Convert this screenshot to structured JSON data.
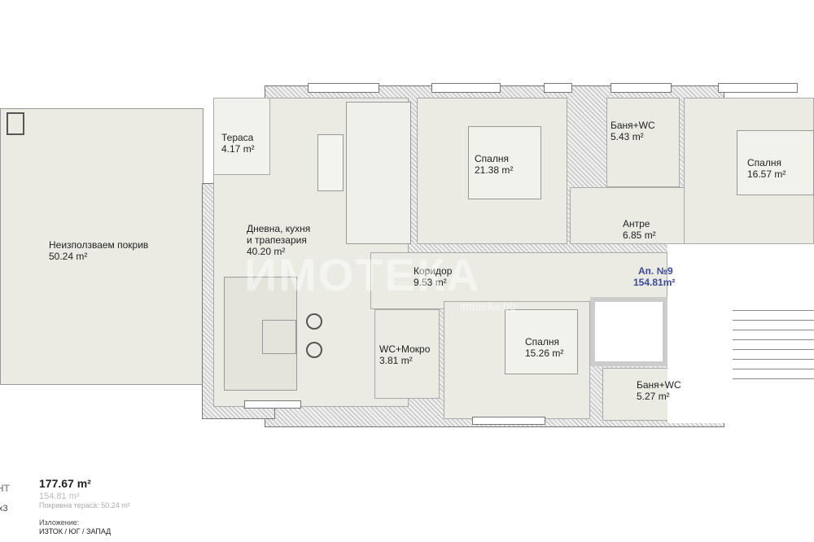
{
  "rooms": [
    {
      "name": "Неизползваем покрив",
      "area": "50.24 m²"
    },
    {
      "name": "Тераса",
      "area": "4.17 m²"
    },
    {
      "name": "Дневна, кухня",
      "name2": "и трапезария",
      "area": "40.20 m²"
    },
    {
      "name": "Коридор",
      "area": "9.53 m²"
    },
    {
      "name": "WC+Мокро",
      "area": "3.81 m²"
    },
    {
      "name": "Спалня",
      "area": "21.38 m²"
    },
    {
      "name": "Баня+WC",
      "area": "5.43 m²"
    },
    {
      "name": "Антре",
      "area": "6.85 m²"
    },
    {
      "name": "Спалня",
      "area": "16.57 m²"
    },
    {
      "name": "Спалня",
      "area": "15.26 m²"
    },
    {
      "name": "Баня+WC",
      "area": "5.27 m²"
    }
  ],
  "apartment": {
    "number": "Ап. №9",
    "area": "154.81m²",
    "color": "#3b4a9a"
  },
  "watermark": {
    "brand": "ИМОТЕКА",
    "site": "imoteka.bg"
  },
  "summary": {
    "cut_label_1": "НТ",
    "cut_label_2": "x3",
    "total": "177.67 m²",
    "net": "154.81 m²",
    "roof_terrace": "Покривна тераса: 50.24 m²",
    "exposure_label": "Изложение:",
    "exposure": "ИЗТОК / ЮГ / ЗАПАД"
  }
}
